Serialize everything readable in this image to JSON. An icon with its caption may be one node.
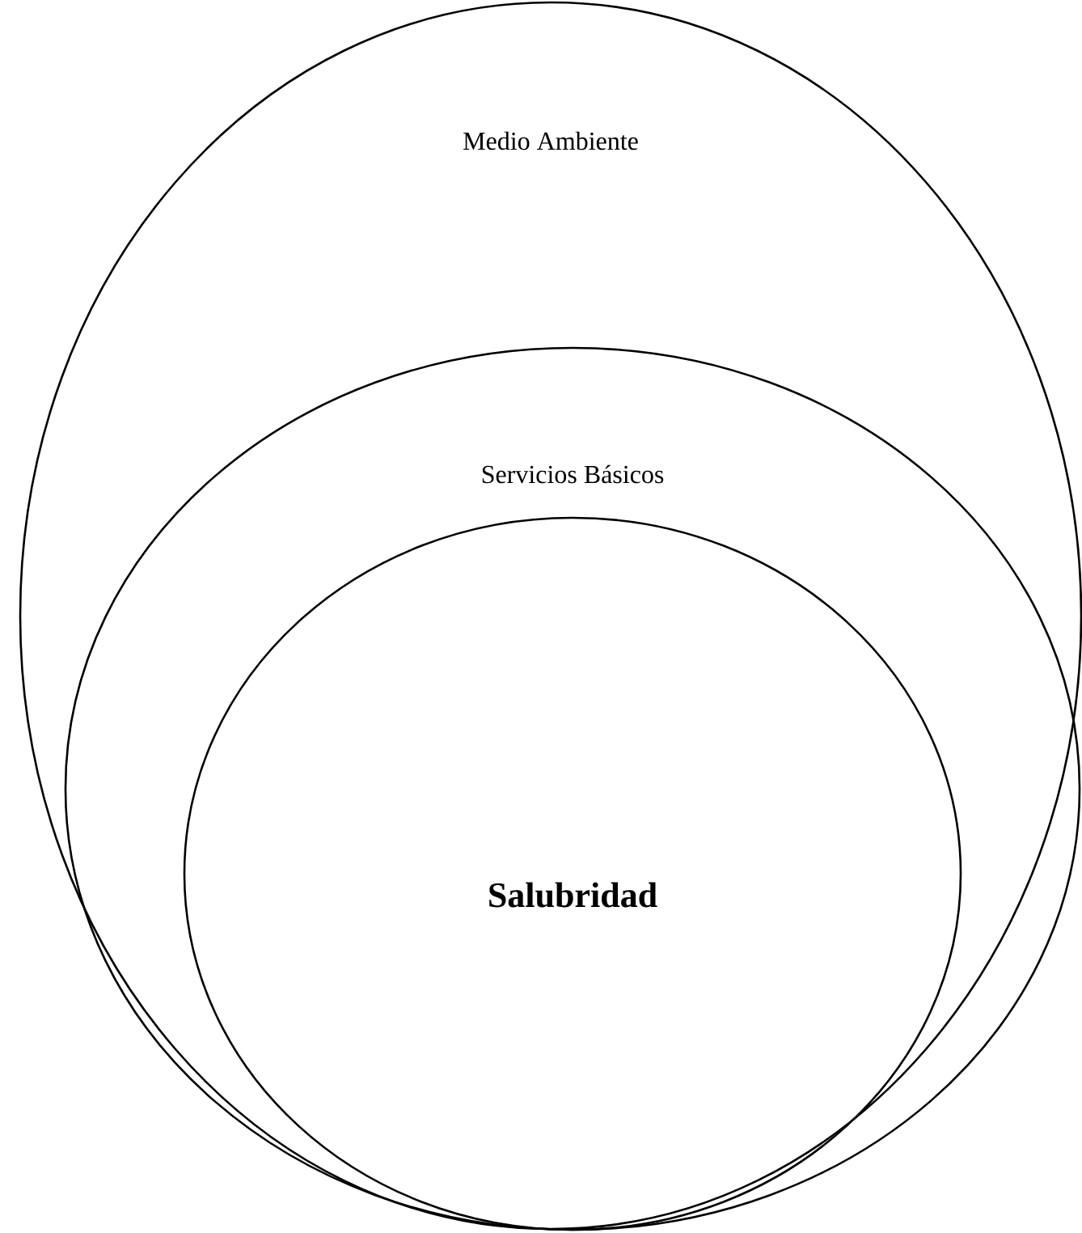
{
  "diagram": {
    "nodes": [
      {
        "text": [
          "Medio Ambiente"
        ]
      },
      {
        "text": [
          "Servicios Básicos"
        ],
        "in": 0
      },
      {
        "text": [
          "Salubridad"
        ],
        "in": 1
      }
    ]
  }
}
